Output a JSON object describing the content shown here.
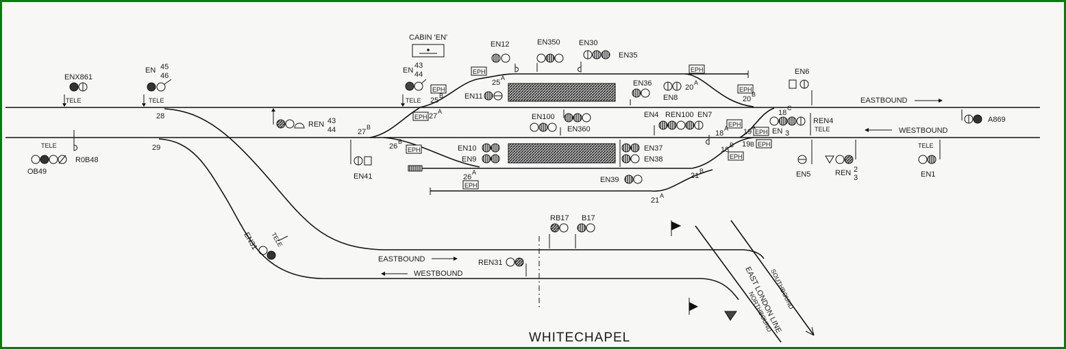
{
  "title": "WHITECHAPEL",
  "directions": {
    "eastbound_main": "EASTBOUND",
    "westbound_main": "WESTBOUND",
    "eastbound_branch": "EASTBOUND",
    "westbound_branch": "WESTBOUND",
    "east_london_line": "EAST LONDON LINE",
    "southbound": "SOUTHBOUND",
    "northbound": "NORTHBOUND"
  },
  "cabin": "CABIN 'EN'",
  "epb": "EPH",
  "tele": "TELE",
  "signals": {
    "enx861": "ENX861",
    "en4546_en": "EN",
    "en4546_num1": "45",
    "en4546_num2": "46",
    "en4344_en": "EN",
    "en4344_num1": "43",
    "en4344_num2": "44",
    "en12": "EN12",
    "en350": "EN350",
    "en30": "EN30",
    "en35": "EN35",
    "en11": "EN11",
    "en36": "EN36",
    "en8": "EN8",
    "en6": "EN6",
    "ren4344_ren": "REN",
    "ren4344_num1": "43",
    "ren4344_num2": "44",
    "en100": "EN100",
    "en360": "EN360",
    "en4": "EN4",
    "ren100": "REN100",
    "en7": "EN7",
    "en3_en": "EN",
    "en3_num": "3",
    "ren4": "REN4",
    "a869": "A869",
    "r0b48": "R0B48",
    "ob49": "OB49",
    "en41": "EN41",
    "en10": "EN10",
    "en9": "EN9",
    "en37": "EN37",
    "en38": "EN38",
    "en39": "EN39",
    "en5": "EN5",
    "ren23_ren": "REN",
    "ren23_num": "2",
    "ren23_num2": "3",
    "en1": "EN1",
    "rb17": "RB17",
    "b17": "B17",
    "ren31": "REN31",
    "en31": "EN31"
  },
  "points": {
    "p28": "28",
    "p29": "29",
    "p27b": "27",
    "p27b_sup": "B",
    "p27a": "27",
    "p27a_sup": "A",
    "p25a": "25",
    "p25a_sup": "A",
    "p25b": "25",
    "p25b_sup": "B",
    "p26b": "26",
    "p26b_sup": "B",
    "p26a": "26",
    "p26a_sup": "A",
    "p20a": "20",
    "p20a_sup": "A",
    "p20b": "20",
    "p20b_sup": "B",
    "p18c": "18",
    "p18c_sup": "C",
    "p18a": "18",
    "p18a_sup": "A",
    "p18b": "18",
    "p18b_sup": "B",
    "p19a": "19",
    "p19a_sup": "A",
    "p19b": "19",
    "p19b_sup": "B",
    "p21b": "21",
    "p21b_sup": "B",
    "p21a": "21",
    "p21a_sup": "A"
  },
  "colors": {
    "border": "#0a7a10",
    "ink": "#111111",
    "platform": "#4a4a4a"
  }
}
